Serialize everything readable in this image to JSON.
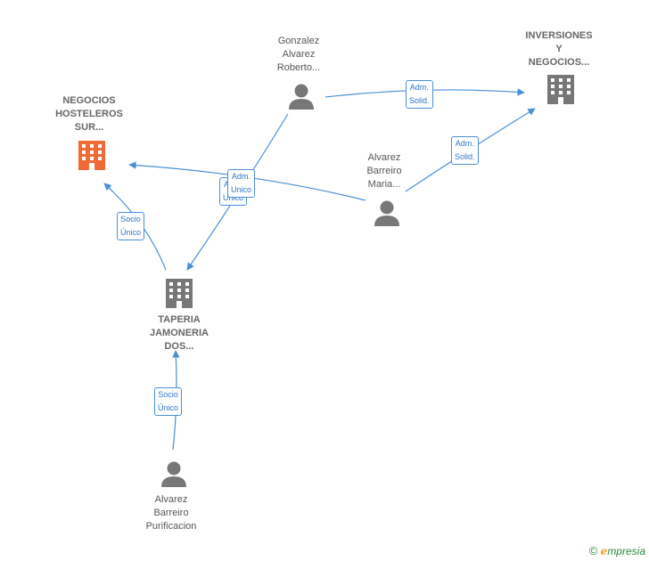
{
  "nodes": {
    "negocios": {
      "label": "NEGOCIOS\nHOSTELEROS\nSUR...",
      "type": "company",
      "color": "#f06a35"
    },
    "inversiones": {
      "label": "INVERSIONES\nY\nNEGOCIOS...",
      "type": "company",
      "color": "#777777"
    },
    "taperia": {
      "label": "TAPERIA\nJAMONERIA\nDOS...",
      "type": "company",
      "color": "#777777"
    },
    "gonzalez": {
      "label": "Gonzalez\nAlvarez\nRoberto...",
      "type": "person",
      "color": "#777777"
    },
    "maria": {
      "label": "Alvarez\nBarreiro\nMaria...",
      "type": "person",
      "color": "#777777"
    },
    "purificacion": {
      "label": "Alvarez\nBarreiro\nPurificacion",
      "type": "person",
      "color": "#777777"
    }
  },
  "edges": [
    {
      "id": "e1",
      "label": "Adm.\nSolid."
    },
    {
      "id": "e2",
      "label": "Adm.\nSolid."
    },
    {
      "id": "e3",
      "label": "Adm.\nUnico"
    },
    {
      "id": "e4",
      "label": "Adm.\nUnico"
    },
    {
      "id": "e5",
      "label": "Socio\nÚnico"
    },
    {
      "id": "e6",
      "label": "Socio\nÚnico"
    }
  ],
  "edge_color": "#4a8fd8",
  "brand": {
    "copyright": "©",
    "e": "e",
    "rest": "mpresia"
  }
}
